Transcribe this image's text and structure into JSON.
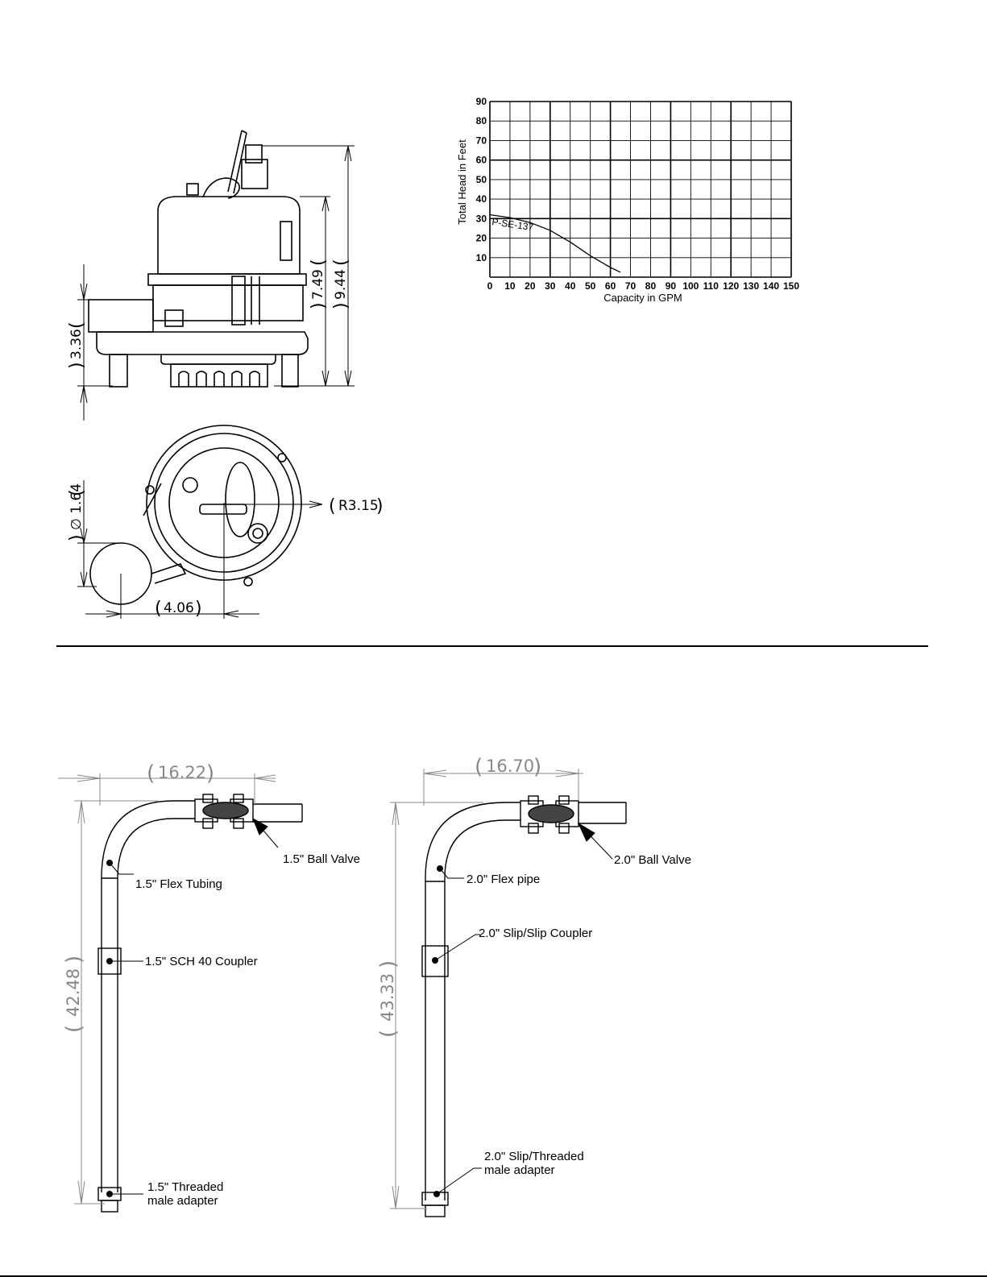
{
  "pump_drawing": {
    "dim_height_total": "9.44",
    "dim_height_body": "7.49",
    "dim_height_base": "3.36",
    "dim_radius": "R3.15",
    "dim_float_diameter": "∅ 1.64",
    "dim_width": "4.06"
  },
  "chart_data": {
    "type": "line",
    "xlabel": "Capacity in GPM",
    "ylabel": "Total Head in Feet",
    "xlim": [
      0,
      150
    ],
    "ylim": [
      0,
      90
    ],
    "x_ticks": [
      "0",
      "10",
      "20",
      "30",
      "40",
      "50",
      "60",
      "70",
      "80",
      "90",
      "100",
      "110",
      "120",
      "130",
      "140",
      "150"
    ],
    "y_ticks": [
      "10",
      "20",
      "30",
      "40",
      "50",
      "60",
      "70",
      "80",
      "90"
    ],
    "grid": true,
    "series": [
      {
        "name": "P-SE-137",
        "x": [
          0,
          10,
          20,
          30,
          40,
          50,
          60,
          65
        ],
        "y": [
          32,
          30.5,
          28,
          24,
          18,
          11,
          5,
          2.5
        ]
      }
    ]
  },
  "pipe_kit_small": {
    "dim_width": "16.22",
    "dim_height": "42.48",
    "labels": {
      "ball_valve": "1.5\" Ball Valve",
      "flex": "1.5\" Flex Tubing",
      "coupler": "1.5\" SCH 40 Coupler",
      "adapter_line1": "1.5\" Threaded",
      "adapter_line2": "male adapter"
    }
  },
  "pipe_kit_large": {
    "dim_width": "16.70",
    "dim_height": "43.33",
    "labels": {
      "ball_valve": "2.0\" Ball Valve",
      "flex": "2.0\" Flex pipe",
      "coupler": "2.0\" Slip/Slip Coupler",
      "adapter_line1": "2.0\" Slip/Threaded",
      "adapter_line2": "male adapter"
    }
  }
}
